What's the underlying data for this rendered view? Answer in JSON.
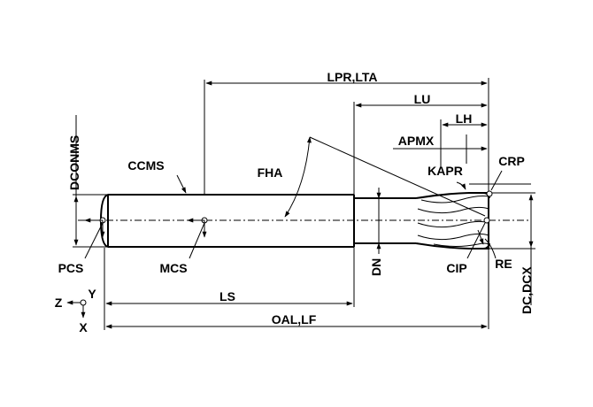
{
  "labels": {
    "lpr_lta": "LPR,LTA",
    "lu": "LU",
    "lh": "LH",
    "apmx": "APMX",
    "crp": "CRP",
    "kapr": "KAPR",
    "dconms": "DCONMS",
    "ccms": "CCMS",
    "fha": "FHA",
    "pcs": "PCS",
    "mcs": "MCS",
    "dn": "DN",
    "cip": "CIP",
    "re": "RE",
    "dc_dcx": "DC,DCX",
    "ls": "LS",
    "oal_lf": "OAL,LF",
    "axis_z": "Z",
    "axis_y": "Y",
    "axis_x": "X"
  }
}
